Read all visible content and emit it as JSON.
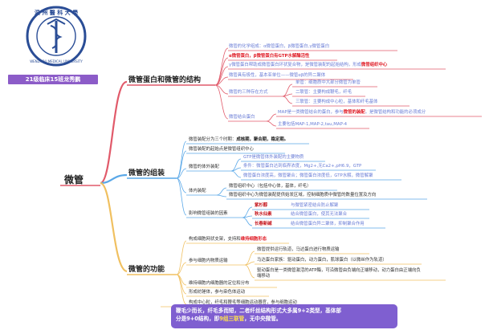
{
  "badge": "21级临床15班龙秀鹏",
  "logo_text": {
    "cn": "温州醫科大學",
    "en": "WENZHOU MEDICAL UNIVERSITY"
  },
  "root": "微管",
  "branches": {
    "b1": "微管蛋白和微管的结构",
    "b2": "微管的组装",
    "b3": "微管的功能"
  },
  "b1": {
    "n1": "微管的化学组成：α微管蛋白，β微管蛋白,γ微管蛋白",
    "n2a": "α微管蛋白，",
    "n2b": "β微管蛋白有GTP水解酶活性",
    "n3a": "γ微管蛋白帮助成微管蛋白环状复合物，是微管装配的起始结构，形成",
    "n3b": "微管组织中心",
    "n4": "微管具有极性，基本亚单位——微管αβ的异二聚体",
    "group": "微管的三种存在方式",
    "s1": "单管：细胞质中大部分微管为单管",
    "s2": "二联管：主要构成鞭毛，纤毛",
    "s3": "三联管：主要构成中心粒，基体和纤毛基体",
    "map": "微管结合蛋白",
    "m1a": "MAP是一类微管结合的蛋白，参与",
    "m1b": "微管的装配",
    "m1c": "，是微管结构和功能的必须成分",
    "m2": "主要包括MAP-1,MAP-2,tau,MAP-4"
  },
  "b2": {
    "n1a": "微管装配分为三个时期：",
    "n1b": "成核期，聚合期，稳定期。",
    "n2": "微管装配的起始点是微管组织中心",
    "n3": "微管的体外装配",
    "n3a": "GTP是微管体外装配的主要物质",
    "n3b": "条件：微管蛋白达到临界浓度，Mg2+,无Ca2+,pH6.9，GTP",
    "n3c": "微管蛋白浓度高，微管聚合；微管蛋白浓度低，GTP水解，微管解聚",
    "n4": "体内装配",
    "n4a": "微管组织中心（包括中心体，基体，纤毛）",
    "n4b": "微管组织中心为微管装配提供始发区域，控制细胞质中微管的数量位置及方向",
    "n5": "影响微管组装的因素",
    "d1": "紫杉醇",
    "d1t": "与微管紧密结合防止解聚",
    "d2": "秋水仙素",
    "d2t": "结合微管蛋白，使其无法聚合",
    "d3": "长春新碱",
    "d3t": "结合微管蛋白异二聚体，抑制聚合作用"
  },
  "b3": {
    "n1a": "构成细胞网状支架，支持和",
    "n1b": "维持细胞形态",
    "n2": "参与细胞内物质运输",
    "n2a": "微管提供运行轨道，马达蛋白进行物质运输",
    "n2b": "马达蛋白家族：驱动蛋白，动力蛋白，肌球蛋白（以微丝作为轨道）",
    "n2c1": "驱动蛋白是一类微管激活的ATP酶，可沿微管由负端向正端移动，动力蛋白由正端向负",
    "n2c2": "端移动",
    "n3": "维持细胞内细胞器的定位和分布",
    "n4": "形成纺锤体，参与染色体运动",
    "n5": "构成中心粒，纤毛和鞭毛等细胞运动器官，参与细胞运动"
  },
  "summary": {
    "l1a": "鞭毛少而长，纤毛多而短，二者纤丝结构形式大多属9+2类型，基体部",
    "l2a": "分是9+0结构，即",
    "l2b": "9组三联管",
    "l2c": "，无中央微管。"
  },
  "colors": {
    "b1": "#e15a6a",
    "b2": "#5aa8e8",
    "b3": "#f0c060",
    "badge": "#8c5cc8",
    "summary": "#7f5fd0",
    "red": "#e0202a"
  }
}
